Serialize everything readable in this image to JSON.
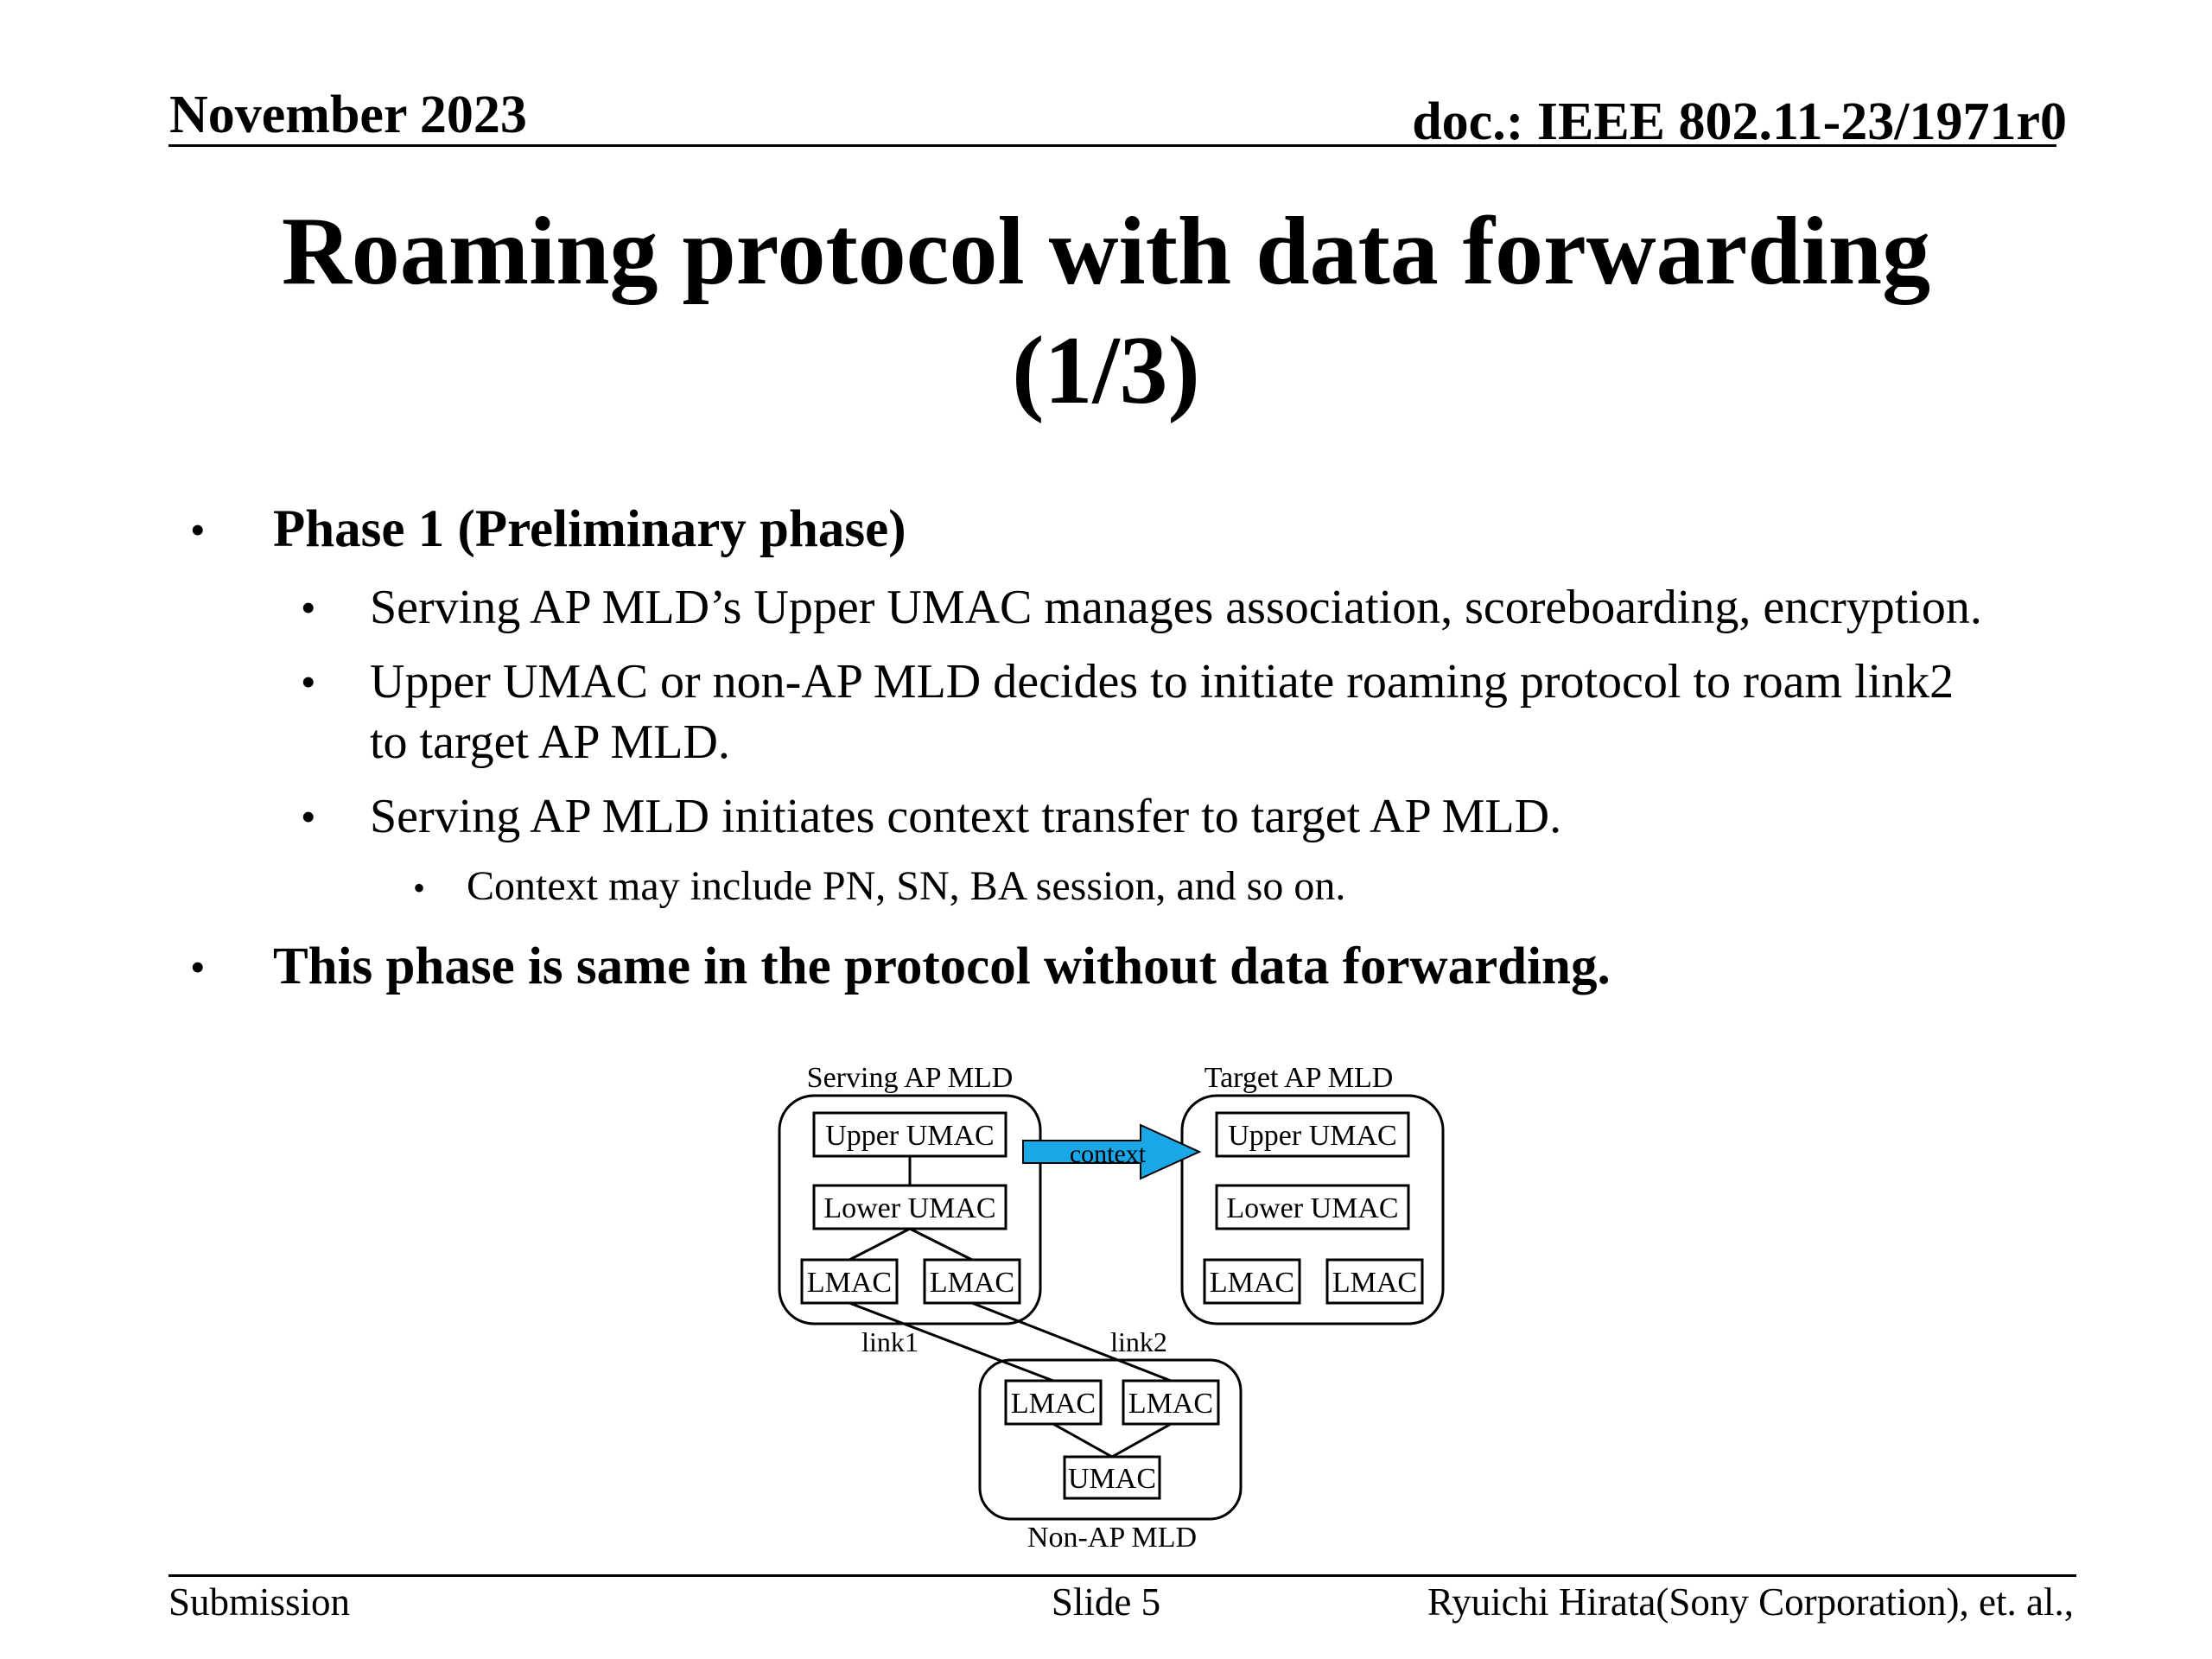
{
  "header": {
    "date": "November 2023",
    "doc": "doc.: IEEE 802.11-23/1971r0"
  },
  "title": {
    "line1": "Roaming protocol with data forwarding",
    "line2": "(1/3)"
  },
  "bullets": [
    {
      "text": "Phase 1 (Preliminary phase)",
      "children": [
        {
          "text": "Serving AP MLD’s Upper UMAC manages association, scoreboarding, encryption."
        },
        {
          "line1": "Upper UMAC or non-AP MLD decides to initiate roaming protocol to roam link2",
          "line2": "to target AP MLD."
        },
        {
          "text": "Serving AP MLD initiates context transfer to target AP MLD.",
          "children": [
            {
              "text": "Context may include PN, SN, BA session, and so on."
            }
          ]
        }
      ]
    },
    {
      "text": "This phase is same in the protocol without data forwarding."
    }
  ],
  "diagram": {
    "serving_label": "Serving AP MLD",
    "target_label": "Target AP MLD",
    "nonap_label": "Non-AP MLD",
    "upper_umac": "Upper UMAC",
    "lower_umac": "Lower UMAC",
    "lmac": "LMAC",
    "umac": "UMAC",
    "context": "context",
    "link1": "link1",
    "link2": "link2",
    "arrow_color": "#1aa7e8"
  },
  "footer": {
    "left": "Submission",
    "center": "Slide 5",
    "right": "Ryuichi Hirata(Sony Corporation), et. al.,"
  }
}
